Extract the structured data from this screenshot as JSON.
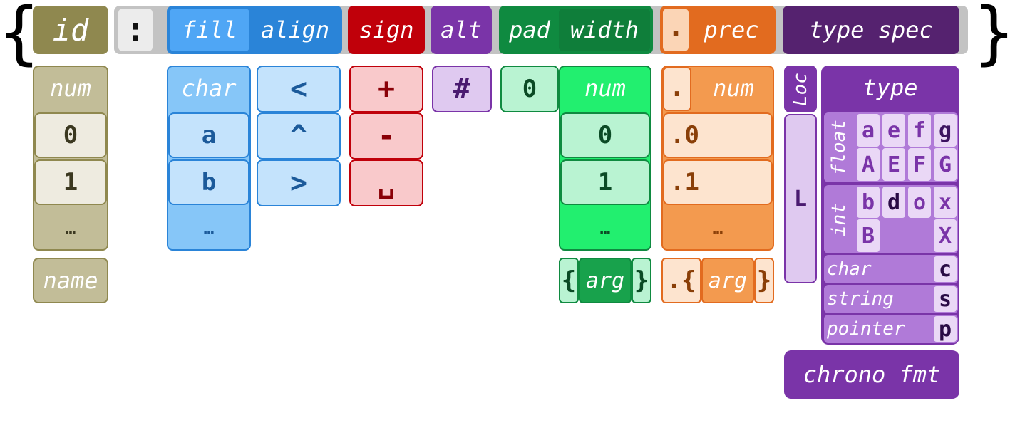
{
  "braces": {
    "open": "{",
    "close": "}"
  },
  "header": {
    "id": "id",
    "colon": ":",
    "fill": "fill",
    "align": "align",
    "sign": "sign",
    "alt": "alt",
    "pad": "pad",
    "width": "width",
    "dot": ".",
    "prec": "prec",
    "type_spec": "type spec"
  },
  "id_col": {
    "items": [
      "num",
      "0",
      "1",
      "…"
    ],
    "name": "name"
  },
  "fill_col": {
    "items": [
      "char",
      "a",
      "b",
      "…"
    ]
  },
  "align_col": {
    "items": [
      "<",
      "^",
      ">"
    ]
  },
  "sign_col": {
    "items": [
      "+",
      "-",
      "␣"
    ]
  },
  "alt_col": {
    "item": "#"
  },
  "pad_col": {
    "item": "0"
  },
  "width_col": {
    "items": [
      "num",
      "0",
      "1",
      "…"
    ],
    "arg_open": "{",
    "arg": "arg",
    "arg_close": "}"
  },
  "prec_col": {
    "dot": ".",
    "items": [
      "num",
      ".0",
      ".1",
      "…"
    ],
    "arg_open": ".{",
    "arg": "arg",
    "arg_close": "}"
  },
  "loc_col": {
    "loc": "Loc",
    "L": "L"
  },
  "type_col": {
    "title": "type",
    "float_label": "float",
    "float_row1": [
      "a",
      "e",
      "f",
      "g"
    ],
    "float_row2": [
      "A",
      "E",
      "F",
      "G"
    ],
    "int_label": "int",
    "int_row1": [
      "b",
      "d",
      "o",
      "x"
    ],
    "int_row2_left": "B",
    "int_row2_right": "X",
    "char_label": "char",
    "char_value": "c",
    "string_label": "string",
    "string_value": "s",
    "pointer_label": "pointer",
    "pointer_value": "p",
    "chrono": "chrono fmt"
  },
  "colors": {
    "id": "#8f884f",
    "fill": "#2a84d8",
    "sign": "#c0000a",
    "alt": "#7a34a8",
    "width": "#0f8a40",
    "prec": "#e26b1f",
    "type": "#55226f"
  }
}
